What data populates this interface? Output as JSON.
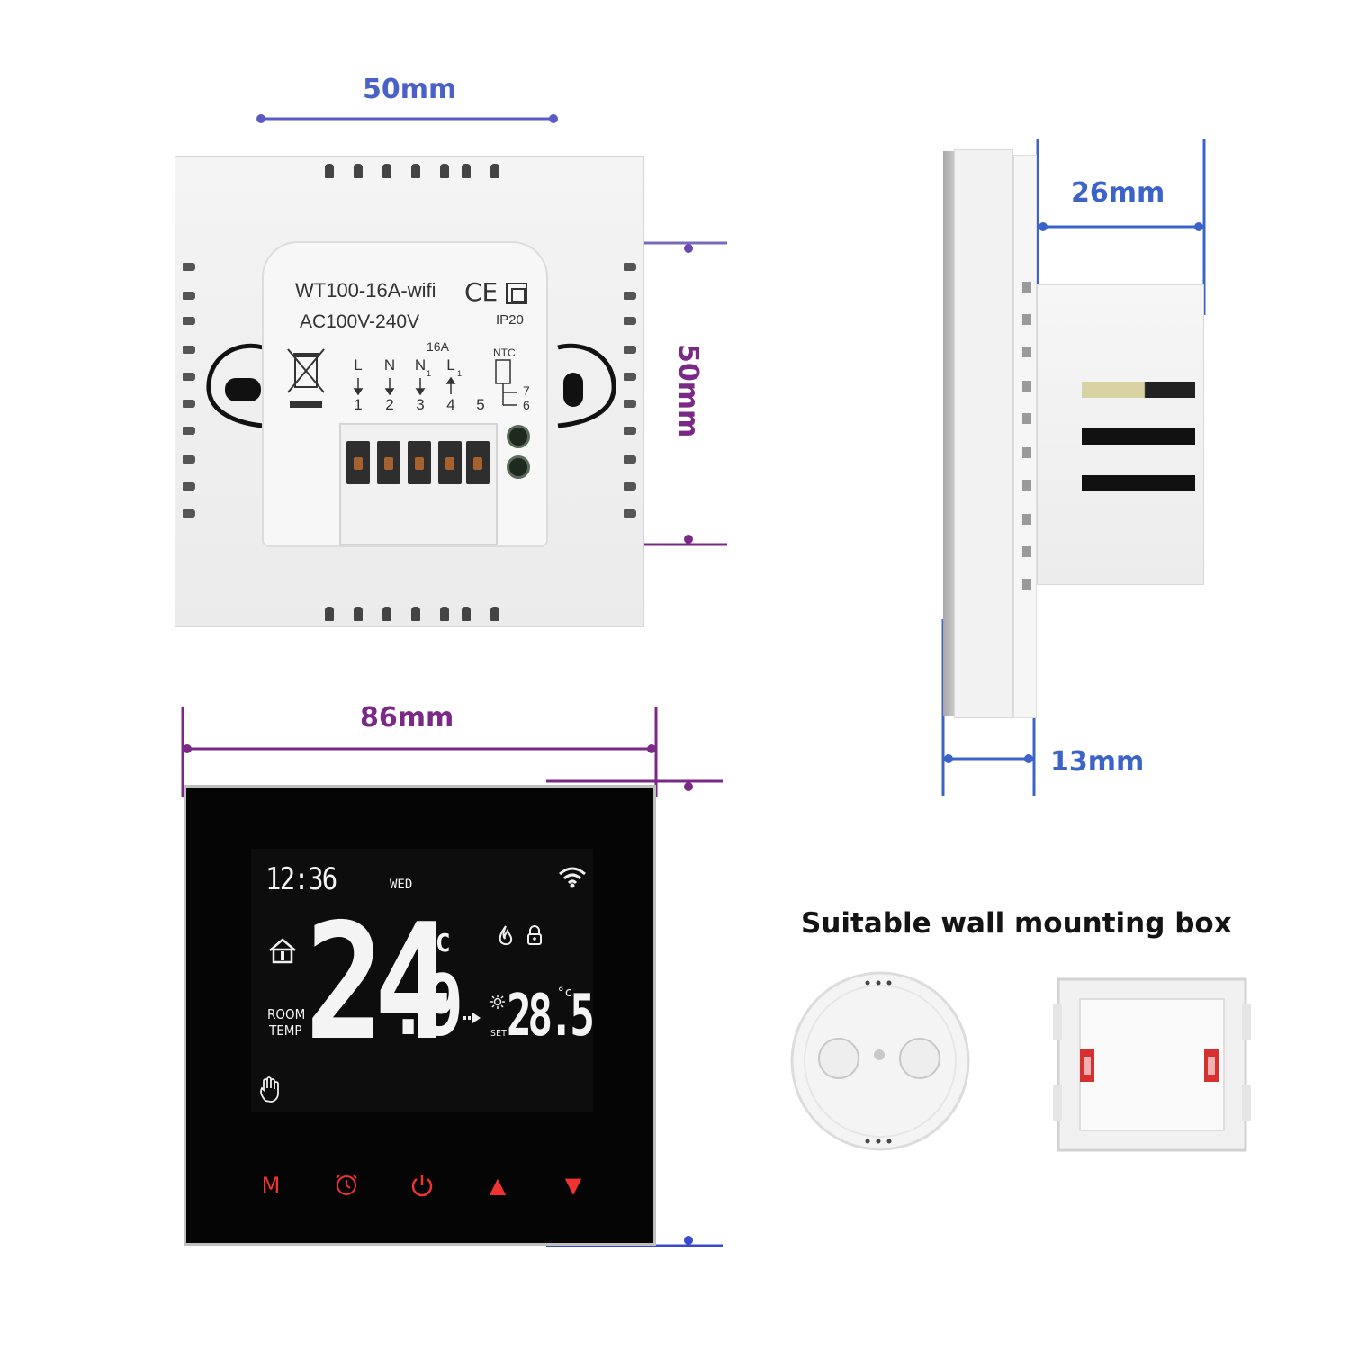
{
  "dimensions": {
    "back_width": "50mm",
    "back_height": "50mm",
    "front_width": "86mm",
    "depth_total": "26mm",
    "depth_panel": "13mm"
  },
  "label_sticker": {
    "model": "WT100-16A-wifi",
    "voltage": "AC100V-240V",
    "ce_mark": "CE",
    "ip_rating": "IP20",
    "current": "16A",
    "ntc": "NTC",
    "terminal_letters": [
      "L",
      "N",
      "N",
      "L"
    ],
    "terminal_subs": [
      "1",
      "1"
    ],
    "terminal_numbers": [
      "1",
      "2",
      "3",
      "4",
      "5"
    ],
    "ntc_numbers": [
      "7",
      "6"
    ]
  },
  "display": {
    "time": "12:36",
    "day": "WED",
    "room_temp_int": "24",
    "room_temp_dec": ".9",
    "unit": "°C",
    "room_label_line1": "ROOM",
    "room_label_line2": "TEMP",
    "set_label": "SET",
    "set_temp": "28.5",
    "set_unit": "°c"
  },
  "buttons": {
    "mode": "M",
    "clock": "clock-icon",
    "power": "power-icon",
    "up": "▲",
    "down": "▼"
  },
  "caption": "Suitable wall mounting box",
  "colors": {
    "blue_dim": "#3c64c8",
    "purple_dim": "#7a2a86",
    "touch_red": "#f03232"
  }
}
